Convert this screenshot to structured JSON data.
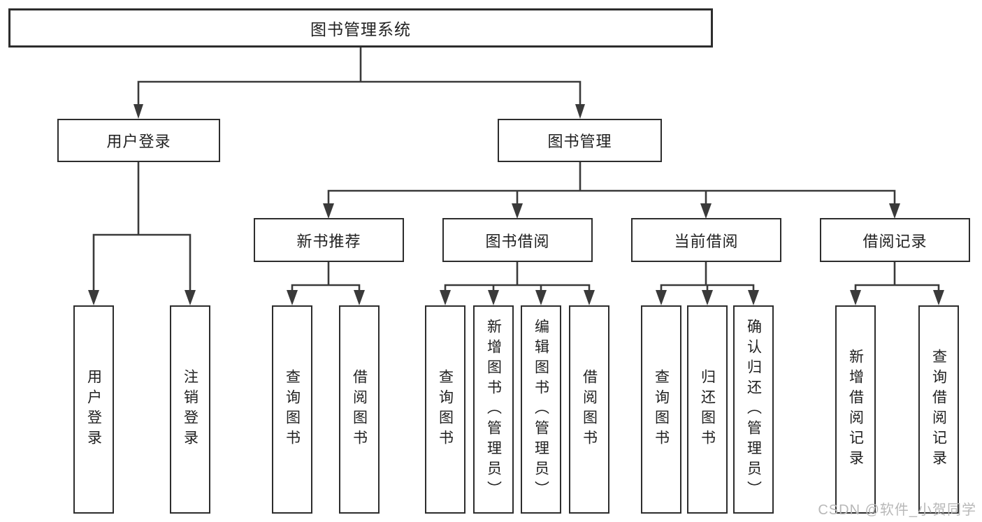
{
  "diagram": {
    "title": "图书管理系统",
    "nodes": {
      "root": {
        "label": "图书管理系统"
      },
      "branches": [
        {
          "label": "用户登录"
        },
        {
          "label": "图书管理"
        }
      ],
      "groups": [
        {
          "label": "新书推荐",
          "parent": "图书管理"
        },
        {
          "label": "图书借阅",
          "parent": "图书管理"
        },
        {
          "label": "当前借阅",
          "parent": "图书管理"
        },
        {
          "label": "借阅记录",
          "parent": "图书管理"
        }
      ],
      "leaves": [
        {
          "label": "用户登录",
          "parent": "用户登录"
        },
        {
          "label": "注销登录",
          "parent": "用户登录"
        },
        {
          "label": "查询图书",
          "parent": "新书推荐"
        },
        {
          "label": "借阅图书",
          "parent": "新书推荐"
        },
        {
          "label": "查询图书",
          "parent": "图书借阅"
        },
        {
          "label": "新增图书（管理员）",
          "parent": "图书借阅"
        },
        {
          "label": "编辑图书（管理员）",
          "parent": "图书借阅"
        },
        {
          "label": "借阅图书",
          "parent": "图书借阅"
        },
        {
          "label": "查询图书",
          "parent": "当前借阅"
        },
        {
          "label": "归还图书",
          "parent": "当前借阅"
        },
        {
          "label": "确认归还（管理员）",
          "parent": "当前借阅"
        },
        {
          "label": "新增借阅记录",
          "parent": "借阅记录"
        },
        {
          "label": "查询借阅记录",
          "parent": "借阅记录"
        }
      ]
    }
  },
  "watermark": {
    "text": "CSDN @软件_小贺同学"
  },
  "colors": {
    "line": "#3a3a3a",
    "box_border": "#2d2d2d",
    "text": "#212121",
    "background": "#ffffff",
    "watermark": "#b8b8b8"
  }
}
